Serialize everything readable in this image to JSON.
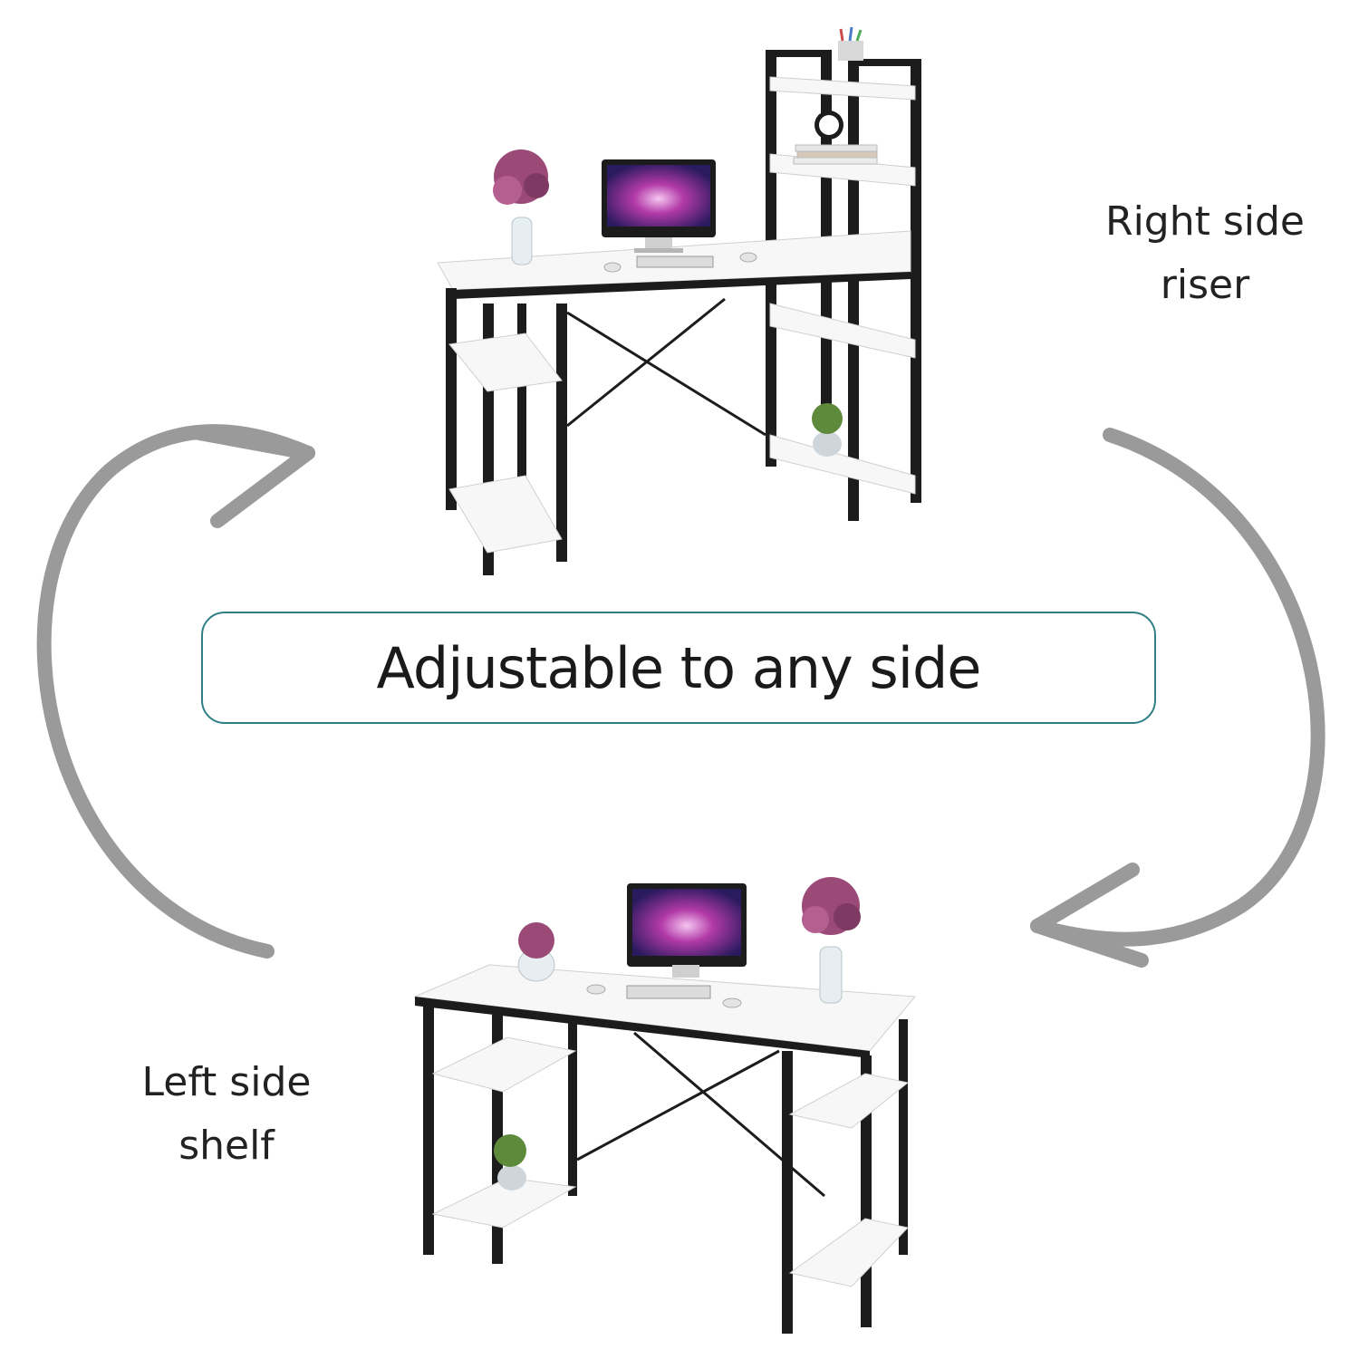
{
  "headline": "Adjustable to any side",
  "labels": {
    "right": {
      "line1": "Right side",
      "line2": "riser"
    },
    "left": {
      "line1": "Left side",
      "line2": "shelf"
    }
  },
  "colors": {
    "arrow": "#9a9a9a",
    "frame": "#1c1c1c",
    "shelf": "#f7f7f7",
    "box_border": "#2f7f86",
    "screen": "#b23aa8",
    "flowers": "#9b4a78"
  },
  "icons": [
    "curved-arrow-icon",
    "curved-arrow-icon"
  ]
}
